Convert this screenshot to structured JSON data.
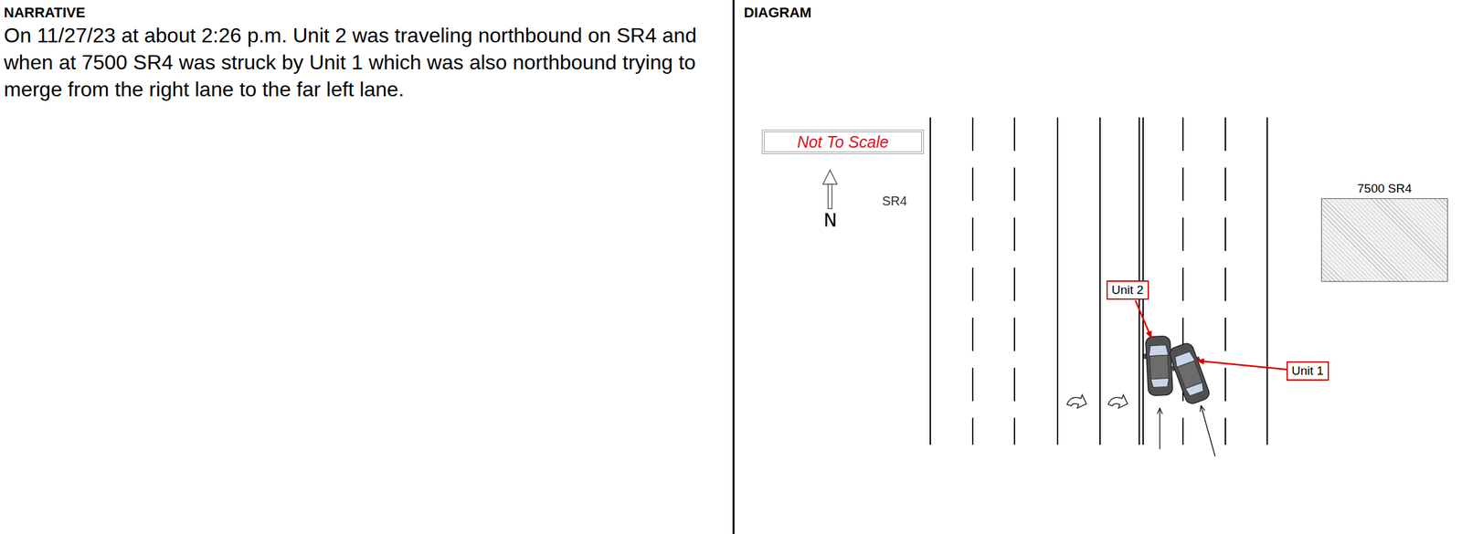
{
  "diagram": {
    "nodes": [
      {
        "text": [
          "Not To Scale"
        ]
      },
      {
        "text": [
          "Unit 2"
        ]
      },
      {
        "text": [
          "Unit 1"
        ]
      },
      {
        "text": [
          "7500 SR4"
        ]
      }
    ],
    "labels": [
      "NARRATIVE",
      "On 11/27/23 at about 2:26 p.m. Unit 2 was traveling northbound on SR4 and when at 7500 SR4 was struck by Unit 1 which was also northbound trying to merge from the right lane to the far left lane.",
      "DIAGRAM",
      "N",
      "SR4"
    ]
  }
}
